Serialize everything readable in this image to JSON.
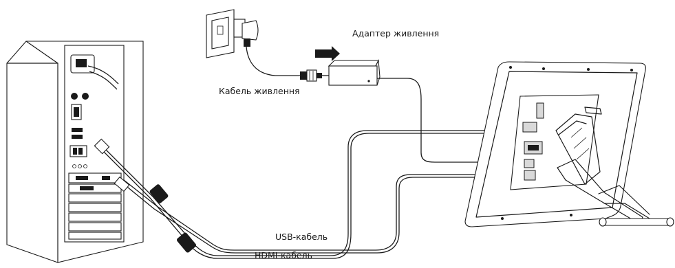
{
  "labels": {
    "adapter": "Адаптер живлення",
    "power_cable": "Кабель живлення",
    "usb_cable": "USB-кабель",
    "hdmi_cable": "HDMI-кабель"
  },
  "colors": {
    "line": "#1a1a1a",
    "background": "#ffffff"
  }
}
